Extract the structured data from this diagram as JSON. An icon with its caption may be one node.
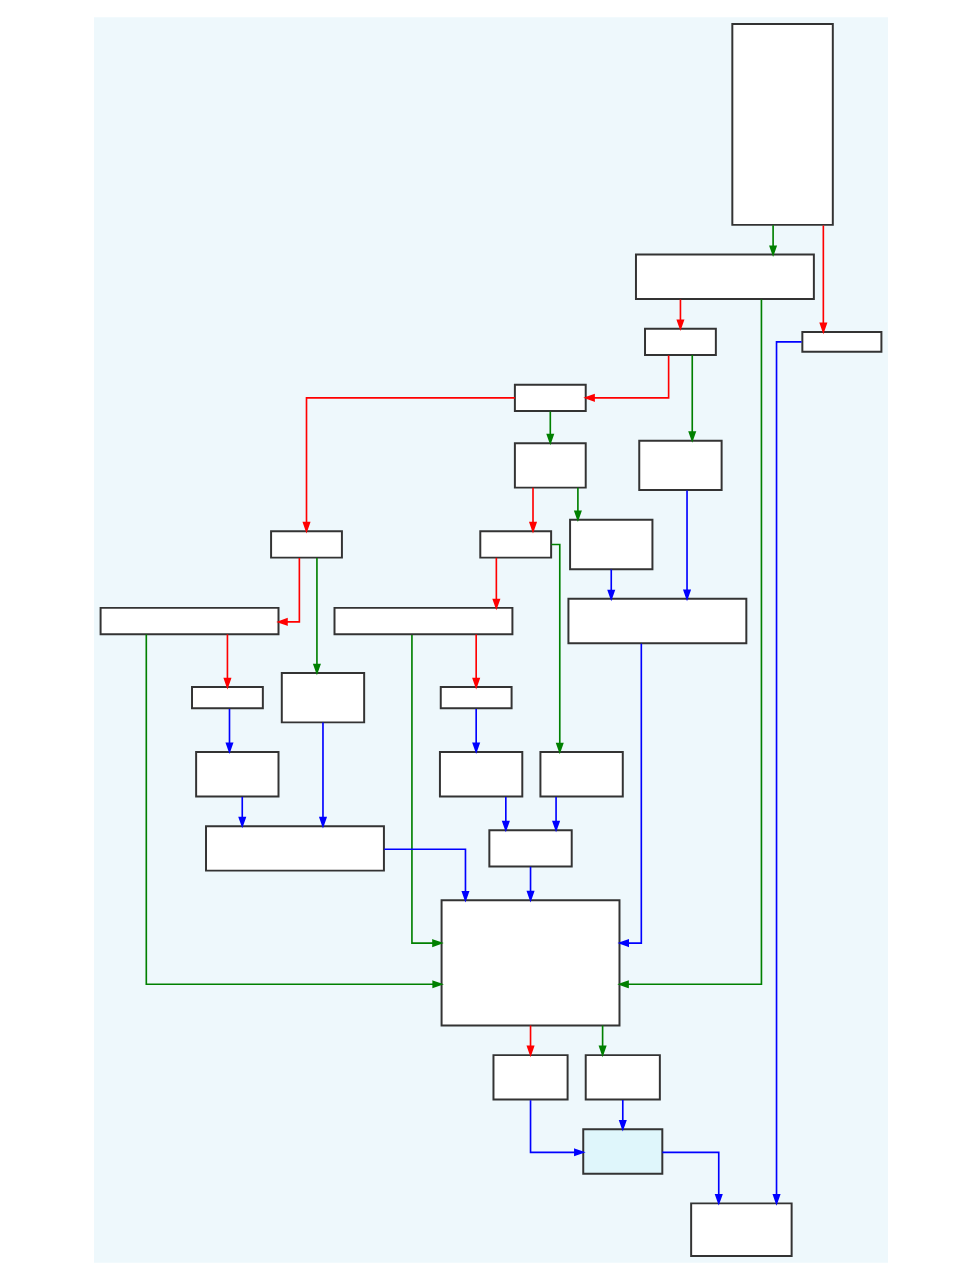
{
  "diagram": {
    "nodes": [
      {
        "text": [],
        "shape": "box"
      },
      {
        "text": [],
        "shape": "box"
      },
      {
        "text": [],
        "shape": "box"
      },
      {
        "text": [],
        "shape": "box"
      },
      {
        "text": [],
        "shape": "box"
      },
      {
        "text": [],
        "shape": "box"
      },
      {
        "text": [],
        "shape": "box"
      },
      {
        "text": [],
        "shape": "box"
      },
      {
        "text": [],
        "shape": "box"
      },
      {
        "text": [],
        "shape": "box"
      },
      {
        "text": [],
        "shape": "box"
      },
      {
        "text": [],
        "shape": "box"
      },
      {
        "text": [],
        "shape": "box"
      },
      {
        "text": [],
        "shape": "box"
      },
      {
        "text": [],
        "shape": "box"
      },
      {
        "text": [],
        "shape": "box"
      },
      {
        "text": [],
        "shape": "box"
      },
      {
        "text": [],
        "shape": "box"
      },
      {
        "text": [],
        "shape": "box"
      },
      {
        "text": [],
        "shape": "box"
      },
      {
        "text": [],
        "shape": "box"
      },
      {
        "text": [],
        "shape": "box"
      },
      {
        "text": [],
        "shape": "box"
      },
      {
        "text": [],
        "shape": "box"
      },
      {
        "text": [],
        "shape": "box"
      },
      {
        "text": [],
        "shape": "box"
      }
    ],
    "edges": [
      {
        "from": 0,
        "to": 1,
        "arrow": "to",
        "color": "#008000"
      },
      {
        "from": 0,
        "to": 23,
        "arrow": "to",
        "color": "#ff0000"
      },
      {
        "from": 1,
        "to": 2,
        "arrow": "to",
        "color": "#ff0000"
      },
      {
        "from": 1,
        "to": 20,
        "arrow": "to",
        "color": "#008000"
      },
      {
        "from": 2,
        "to": 11,
        "arrow": "to",
        "color": "#008000"
      },
      {
        "from": 2,
        "to": 3,
        "arrow": "to",
        "color": "#ff0000"
      },
      {
        "from": 3,
        "to": 4,
        "arrow": "to",
        "color": "#008000"
      },
      {
        "from": 3,
        "to": 6,
        "arrow": "to",
        "color": "#ff0000"
      },
      {
        "from": 4,
        "to": 12,
        "arrow": "to",
        "color": "#008000"
      },
      {
        "from": 4,
        "to": 5,
        "arrow": "to",
        "color": "#ff0000"
      },
      {
        "from": 5,
        "to": 7,
        "arrow": "to",
        "color": "#ff0000"
      },
      {
        "from": 5,
        "to": 14,
        "arrow": "to",
        "color": "#008000"
      },
      {
        "from": 6,
        "to": 15,
        "arrow": "to",
        "color": "#008000"
      },
      {
        "from": 6,
        "to": 8,
        "arrow": "to",
        "color": "#ff0000"
      },
      {
        "from": 7,
        "to": 9,
        "arrow": "to",
        "color": "#ff0000"
      },
      {
        "from": 7,
        "to": 20,
        "arrow": "to",
        "color": "#008000"
      },
      {
        "from": 8,
        "to": 10,
        "arrow": "to",
        "color": "#ff0000"
      },
      {
        "from": 8,
        "to": 20,
        "arrow": "to",
        "color": "#008000"
      },
      {
        "from": 9,
        "to": 13,
        "arrow": "to"
      },
      {
        "from": 10,
        "to": 16,
        "arrow": "to"
      },
      {
        "from": 11,
        "to": 17,
        "arrow": "to"
      },
      {
        "from": 12,
        "to": 17,
        "arrow": "to"
      },
      {
        "from": 13,
        "to": 18,
        "arrow": "to"
      },
      {
        "from": 14,
        "to": 18,
        "arrow": "to"
      },
      {
        "from": 15,
        "to": 19,
        "arrow": "to"
      },
      {
        "from": 16,
        "to": 19,
        "arrow": "to"
      },
      {
        "from": 17,
        "to": 20,
        "arrow": "to"
      },
      {
        "from": 18,
        "to": 20,
        "arrow": "to"
      },
      {
        "from": 19,
        "to": 20,
        "arrow": "to"
      },
      {
        "from": 20,
        "to": 21,
        "arrow": "to",
        "color": "#ff0000"
      },
      {
        "from": 20,
        "to": 22,
        "arrow": "to",
        "color": "#008000"
      },
      {
        "from": 21,
        "to": 24,
        "arrow": "to"
      },
      {
        "from": 22,
        "to": 24,
        "arrow": "to"
      },
      {
        "from": 23,
        "to": 25,
        "arrow": "to"
      },
      {
        "from": 24,
        "to": 25,
        "arrow": "to"
      }
    ]
  }
}
